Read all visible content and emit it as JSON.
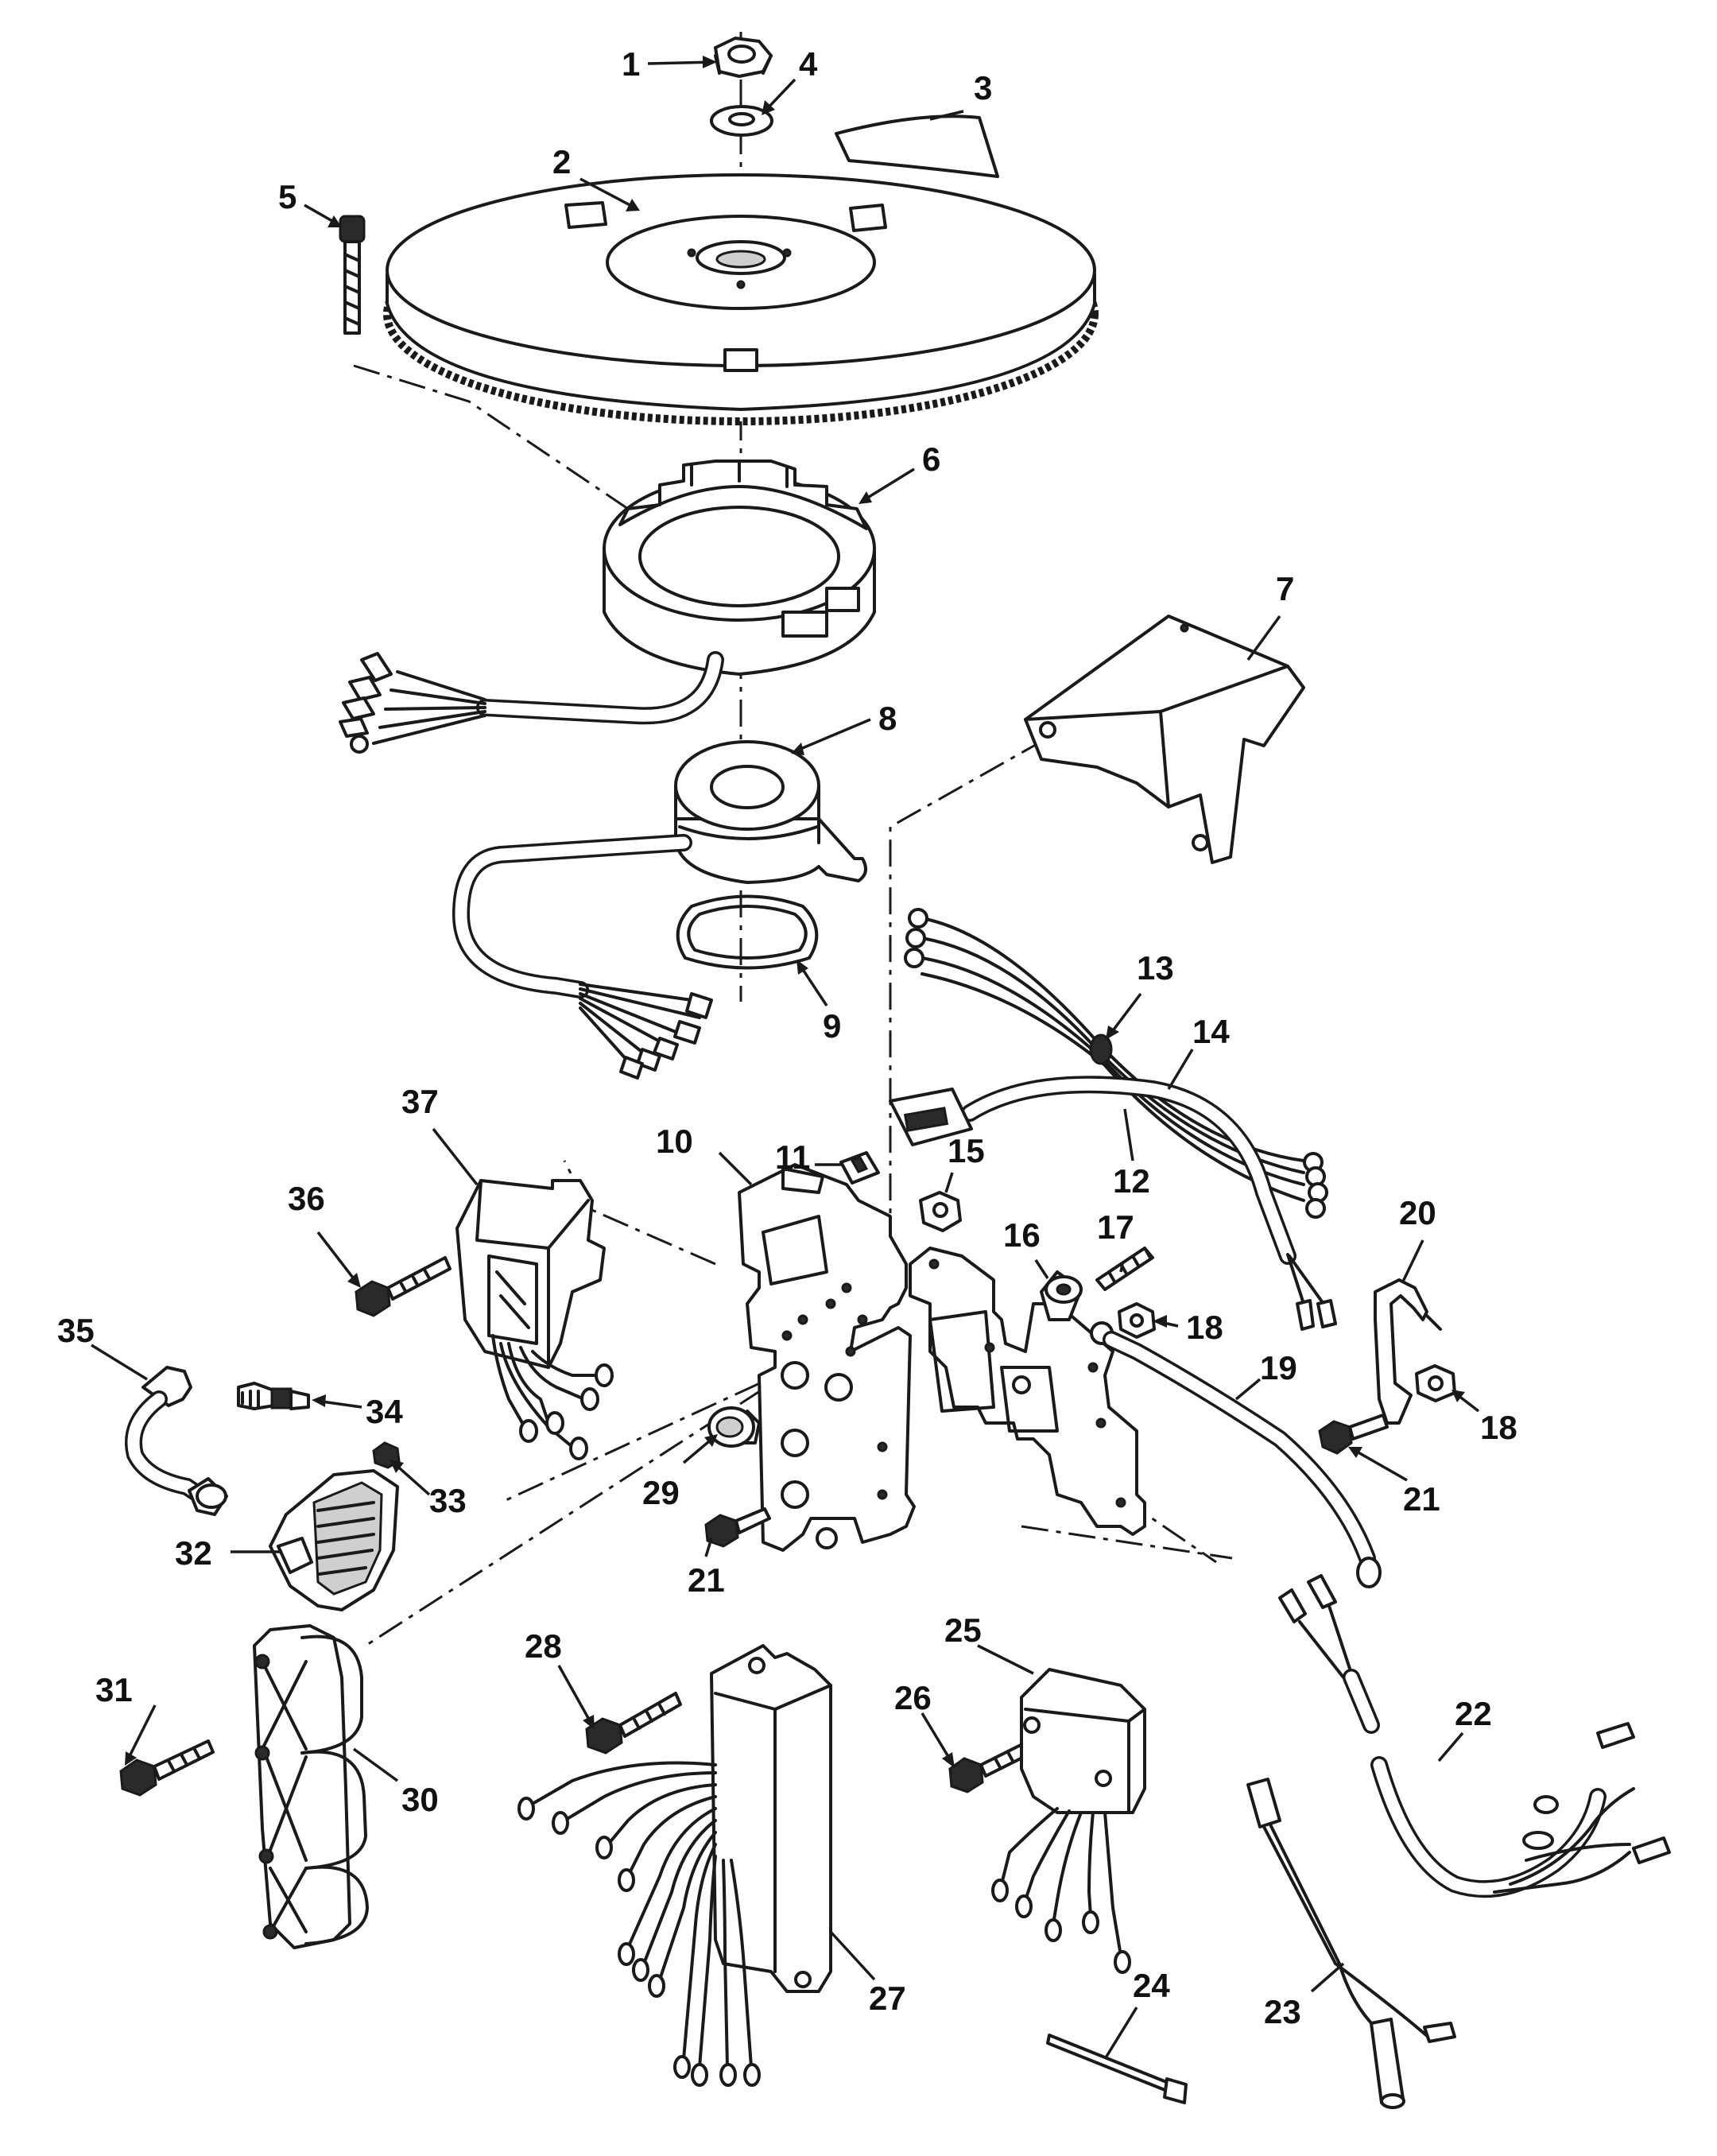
{
  "callouts": [
    {
      "id": "1",
      "label": "1"
    },
    {
      "id": "2",
      "label": "2"
    },
    {
      "id": "3",
      "label": "3"
    },
    {
      "id": "4",
      "label": "4"
    },
    {
      "id": "5",
      "label": "5"
    },
    {
      "id": "6",
      "label": "6"
    },
    {
      "id": "7",
      "label": "7"
    },
    {
      "id": "8",
      "label": "8"
    },
    {
      "id": "9",
      "label": "9"
    },
    {
      "id": "10",
      "label": "10"
    },
    {
      "id": "11",
      "label": "11"
    },
    {
      "id": "12",
      "label": "12"
    },
    {
      "id": "13",
      "label": "13"
    },
    {
      "id": "14",
      "label": "14"
    },
    {
      "id": "15",
      "label": "15"
    },
    {
      "id": "16",
      "label": "16"
    },
    {
      "id": "17",
      "label": "17"
    },
    {
      "id": "18a",
      "label": "18"
    },
    {
      "id": "18b",
      "label": "18"
    },
    {
      "id": "19",
      "label": "19"
    },
    {
      "id": "20",
      "label": "20"
    },
    {
      "id": "21a",
      "label": "21"
    },
    {
      "id": "21b",
      "label": "21"
    },
    {
      "id": "22",
      "label": "22"
    },
    {
      "id": "23",
      "label": "23"
    },
    {
      "id": "24",
      "label": "24"
    },
    {
      "id": "25",
      "label": "25"
    },
    {
      "id": "26",
      "label": "26"
    },
    {
      "id": "27",
      "label": "27"
    },
    {
      "id": "28",
      "label": "28"
    },
    {
      "id": "29",
      "label": "29"
    },
    {
      "id": "30",
      "label": "30"
    },
    {
      "id": "31",
      "label": "31"
    },
    {
      "id": "32",
      "label": "32"
    },
    {
      "id": "33",
      "label": "33"
    },
    {
      "id": "34",
      "label": "34"
    },
    {
      "id": "35",
      "label": "35"
    },
    {
      "id": "36",
      "label": "36"
    },
    {
      "id": "37",
      "label": "37"
    }
  ]
}
